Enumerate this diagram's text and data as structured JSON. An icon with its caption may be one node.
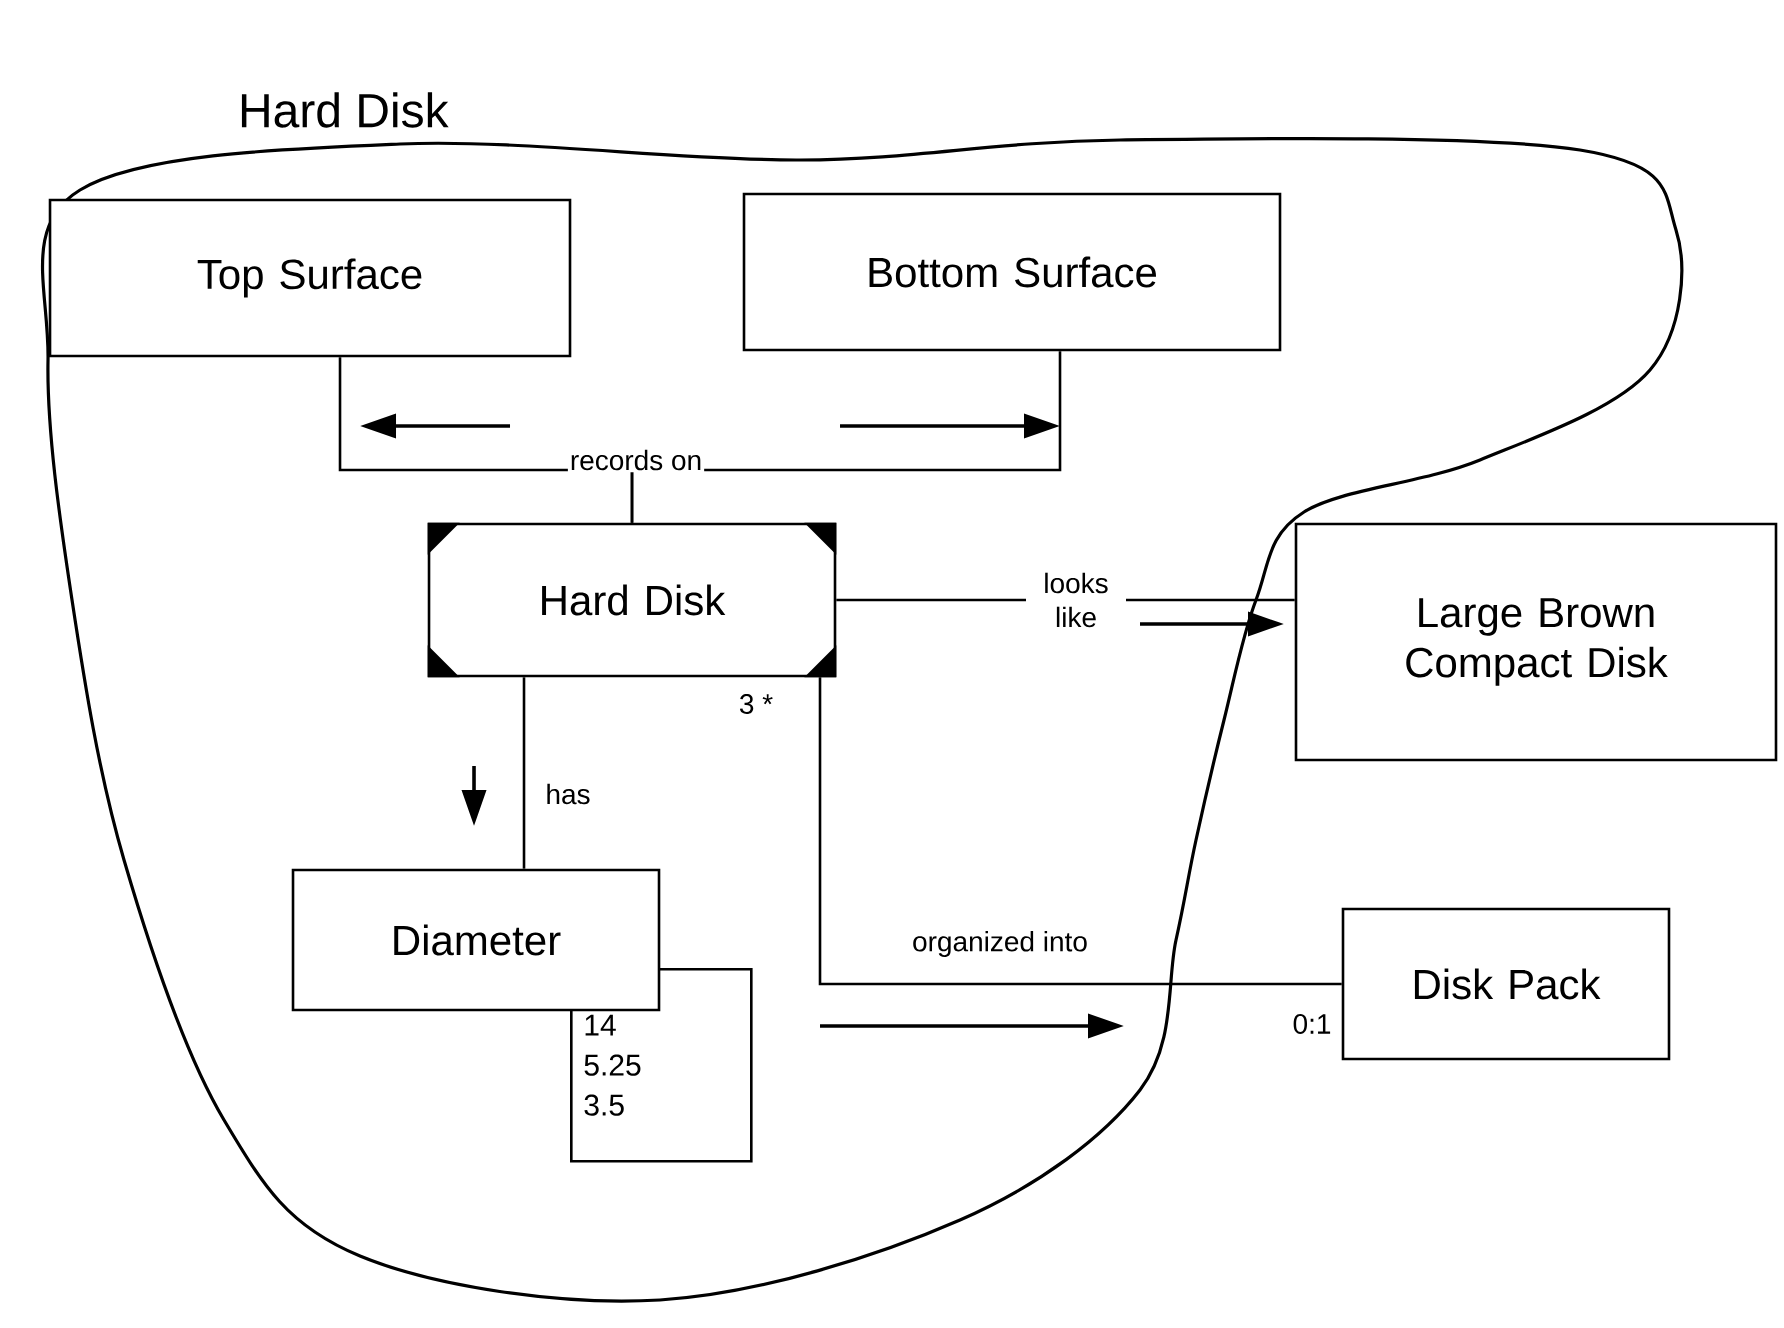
{
  "diagram": {
    "nodes": [
      {
        "text": [
          "Hard Disk"
        ]
      },
      {
        "text": [
          "Top Surface"
        ],
        "in": 0
      },
      {
        "text": [
          "Bottom Surface"
        ],
        "in": 0
      },
      {
        "text": [
          "Hard Disk"
        ],
        "in": 0,
        "beside": [
          "3 *"
        ]
      },
      {
        "text": [
          "Large Brown Compact Disk"
        ]
      },
      {
        "text": [
          "Diameter"
        ],
        "in": 0
      },
      {
        "text": [
          "14",
          "5.25",
          "3.5"
        ],
        "in": 0
      },
      {
        "text": [
          "Disk Pack"
        ],
        "beside": [
          "0:1"
        ]
      }
    ],
    "edges": [
      {
        "from": 3,
        "to": 1,
        "arrow": "none",
        "label": "records on"
      },
      {
        "from": 3,
        "to": 2,
        "arrow": "none"
      },
      {
        "from": 3,
        "to": 4,
        "arrow": "none",
        "label": "looks like"
      },
      {
        "from": 3,
        "to": 5,
        "arrow": "none",
        "label": "has"
      },
      {
        "from": 3,
        "to": 7,
        "arrow": "none",
        "label": "organized into"
      }
    ]
  }
}
